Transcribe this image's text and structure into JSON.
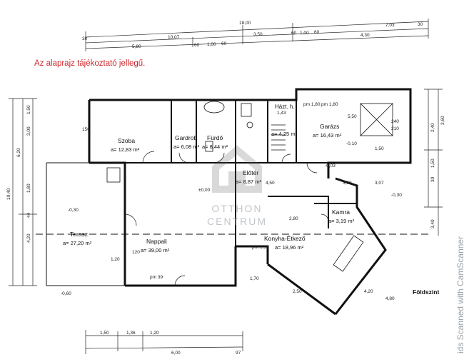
{
  "notice": "Az alaprajz tájékoztató jellegű.",
  "floor_label": "Földszint",
  "scan_watermark": "ids Scanned with CamScanner",
  "logo_watermark": [
    "OTTHON",
    "CENTRUM"
  ],
  "rooms": [
    {
      "name": "Szoba",
      "area": "a= 12,83 m²"
    },
    {
      "name": "Gardrob",
      "area": "a= 6,08 m²"
    },
    {
      "name": "Fürdő",
      "area": "a= 8,44 m²"
    },
    {
      "name": "Házt. h.",
      "area": "a= 4,25 m²"
    },
    {
      "name": "Garázs",
      "area": "a= 16,43 m²"
    },
    {
      "name": "Előtér",
      "area": "a= 8,87 m²"
    },
    {
      "name": "Kamra",
      "area": "a= 3,19 m²"
    },
    {
      "name": "Konyha-Étkező",
      "area": "a= 18,96 m²"
    },
    {
      "name": "Nappali",
      "area": "a= 39,00 m²"
    },
    {
      "name": "Terasz",
      "area": "a= 27,20 m²"
    }
  ],
  "top_dims_row1": [
    "18,00"
  ],
  "top_dims_row2": [
    "10,07",
    "3,50",
    "60",
    "1,00",
    "60",
    "7,03",
    "30"
  ],
  "top_dims_row3": [
    "5,80",
    "60",
    "1,00",
    "60",
    "4,30",
    "30"
  ],
  "left_dims": [
    "10,40",
    "6,20",
    "3,00",
    "1,50",
    "1,80",
    "4,20",
    "44"
  ],
  "right_dims": [
    "2,40",
    "3,60",
    "1,50",
    "30",
    "3,40"
  ],
  "bottom_dims": [
    "1,50",
    "1,36",
    "1,20",
    "6,00",
    "97"
  ],
  "levels": [
    "-0,30",
    "±0,00",
    "-0,60",
    "-0,10",
    "-0,03",
    "-0,30"
  ],
  "misc_labels": [
    "pm 1,80",
    "pm 39",
    "pm 1,59",
    "pm 1,80",
    "1,43",
    "2,80",
    "4,50",
    "2,50",
    "4,20",
    "4,80",
    "1,70",
    "1,20",
    "3,07",
    "3,00",
    "5,50",
    "1,50",
    "240",
    "210",
    "150",
    "120"
  ]
}
